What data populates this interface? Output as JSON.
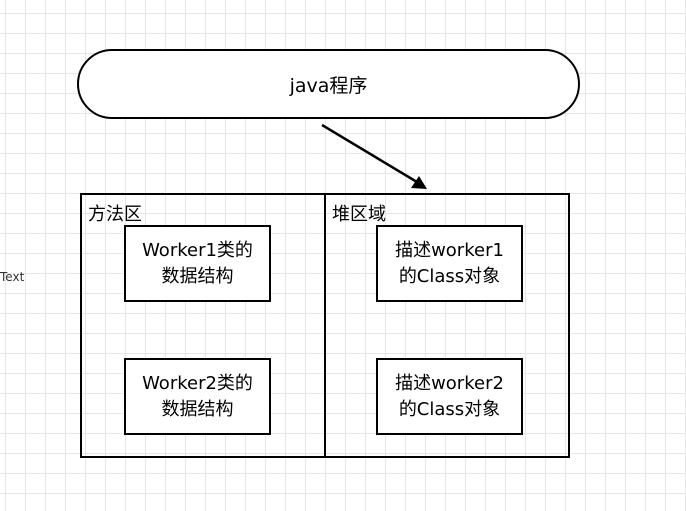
{
  "program": {
    "label": "java程序"
  },
  "method_area": {
    "title": "方法区",
    "boxes": [
      {
        "line1": "Worker1类的",
        "line2": "数据结构"
      },
      {
        "line1": "Worker2类的",
        "line2": "数据结构"
      }
    ]
  },
  "heap_area": {
    "title": "堆区域",
    "boxes": [
      {
        "line1": "描述worker1",
        "line2": "的Class对象"
      },
      {
        "line1": "描述worker2",
        "line2": "的Class对象"
      }
    ]
  },
  "side_text": "Text",
  "colors": {
    "stroke": "#000000",
    "grid": "#e6e6e6",
    "background": "#ffffff"
  }
}
